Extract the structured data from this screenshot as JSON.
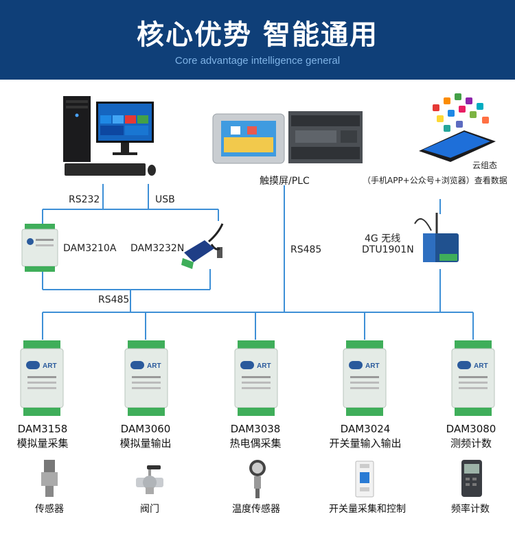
{
  "header": {
    "title": "核心优势 智能通用",
    "subtitle": "Core advantage intelligence general"
  },
  "top": {
    "rs232_label": "RS232",
    "usb_label": "USB",
    "dam3210a_label": "DAM3210A",
    "dam3232n_label": "DAM3232N",
    "rs485_left_label": "RS485",
    "plc_label": "触摸屏/PLC",
    "rs485_mid_label": "RS485",
    "dtu_line1": "4G   无线",
    "dtu_line2": "DTU1901N",
    "cloud_line1": "云组态",
    "cloud_line2": "（手机APP+公众号+浏览器）查看数据"
  },
  "modules": [
    {
      "model": "DAM3158",
      "desc": "模拟量采集"
    },
    {
      "model": "DAM3060",
      "desc": "模拟量输出"
    },
    {
      "model": "DAM3038",
      "desc": "热电偶采集"
    },
    {
      "model": "DAM3024",
      "desc": "开关量输入输出"
    },
    {
      "model": "DAM3080",
      "desc": "测频计数"
    }
  ],
  "field_devices": [
    {
      "label": "传感器",
      "icon": "pressure-sensor-icon"
    },
    {
      "label": "阀门",
      "icon": "valve-icon"
    },
    {
      "label": "温度传感器",
      "icon": "temperature-sensor-icon"
    },
    {
      "label": "开关量采集和控制",
      "icon": "circuit-breaker-icon"
    },
    {
      "label": "频率计数",
      "icon": "frequency-meter-icon"
    }
  ],
  "module_brand": "ART",
  "colors": {
    "header_bg": "#0f3f78",
    "subtitle": "#7fb3e6",
    "line": "#3d8fd6",
    "module_body": "#e4ebe6",
    "terminal": "#3fae5a"
  }
}
